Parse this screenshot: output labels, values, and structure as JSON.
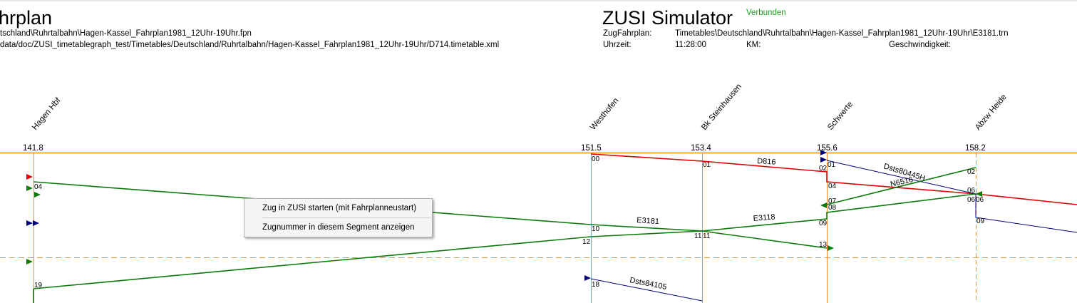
{
  "left_panel": {
    "title": "hrplan",
    "file_path": "tschland\\Ruhrtalbahn\\Hagen-Kassel_Fahrplan1981_12Uhr-19Uhr.fpn",
    "timetable_path": "data/doc/ZUSI_timetablegraph_test/Timetables/Deutschland/Ruhrtalbahn/Hagen-Kassel_Fahrplan1981_12Uhr-19Uhr/D714.timetable.xml"
  },
  "simulator": {
    "title": "ZUSI Simulator",
    "status": "Verbunden",
    "status_color": "#1a9e1a",
    "zugfahrplan_label": "ZugFahrplan:",
    "zugfahrplan_value": "Timetables\\Deutschland\\Ruhrtalbahn\\Hagen-Kassel_Fahrplan1981_12Uhr-19Uhr\\E3181.trn",
    "uhrzeit_label": "Uhrzeit:",
    "uhrzeit_value": "11:28:00",
    "km_label": "KM:",
    "km_value": "",
    "geschwindigkeit_label": "Geschwindigkeit:",
    "geschwindigkeit_value": ""
  },
  "colors": {
    "axis": "#ff8c2a",
    "green_train": "#0d7a0d",
    "red_train": "#e00000",
    "blue_train": "#00007a"
  },
  "stations": [
    {
      "name": "Hagen Hbf",
      "km": "141.8"
    },
    {
      "name": "Westhofen",
      "km": "151.5"
    },
    {
      "name": "Bk Steinhausen",
      "km": "153.4"
    },
    {
      "name": "Schwerte",
      "km": "155.6"
    },
    {
      "name": "Abzw Heide",
      "km": "158.2"
    }
  ],
  "train_labels": [
    "D816",
    "E3181",
    "E3118",
    "Dsts80445H",
    "N6516",
    "Dsts84105"
  ],
  "minute_labels": [
    "00",
    "01",
    "02",
    "01",
    "04",
    "07",
    "08",
    "09",
    "13",
    "02",
    "06",
    "06",
    "06",
    "09",
    "04",
    "10",
    "12",
    "11",
    "11",
    "19",
    "18"
  ],
  "context_menu": {
    "items": [
      "Zug in ZUSI starten (mit Fahrplanneustart)",
      "Zugnummer in diesem Segment anzeigen"
    ]
  }
}
